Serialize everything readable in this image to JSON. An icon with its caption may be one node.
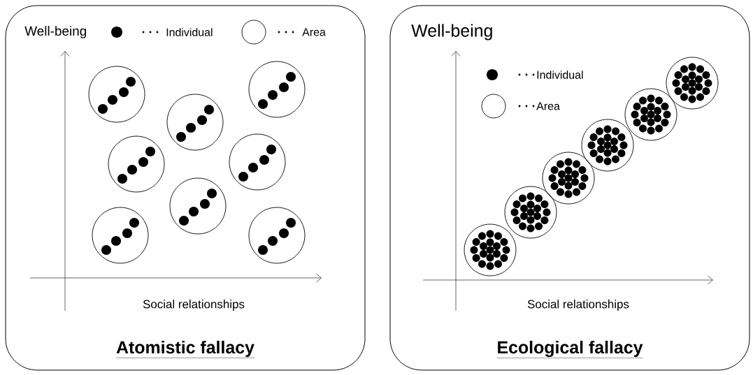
{
  "diagram": {
    "nodes": [
      {
        "text": [
          "Atomistic fallacy"
        ]
      },
      {
        "text": [],
        "shape": "circle",
        "in": 0
      },
      {
        "text": [],
        "shape": "circle",
        "in": 0
      },
      {
        "text": [],
        "shape": "circle",
        "in": 0
      },
      {
        "text": [],
        "shape": "circle",
        "in": 0
      },
      {
        "text": [],
        "shape": "circle",
        "in": 0
      },
      {
        "text": [],
        "shape": "circle",
        "in": 0
      },
      {
        "text": [],
        "shape": "circle",
        "in": 0
      },
      {
        "text": [],
        "shape": "circle",
        "in": 0
      },
      {
        "text": [
          "Ecological fallacy"
        ]
      },
      {
        "text": [],
        "shape": "circle",
        "in": 9
      },
      {
        "text": [],
        "shape": "circle",
        "in": 9
      },
      {
        "text": [],
        "shape": "circle",
        "in": 9
      },
      {
        "text": [],
        "shape": "circle",
        "in": 9
      },
      {
        "text": [],
        "shape": "circle",
        "in": 9
      },
      {
        "text": [],
        "shape": "circle",
        "in": 9
      }
    ],
    "labels": [
      "Well-being",
      "Social relationships",
      "Well-being",
      "Social relationships"
    ],
    "legend": [
      {
        "text": "Individual"
      },
      {
        "text": "Area"
      },
      {
        "text": "Individual"
      },
      {
        "text": "Area"
      }
    ]
  }
}
